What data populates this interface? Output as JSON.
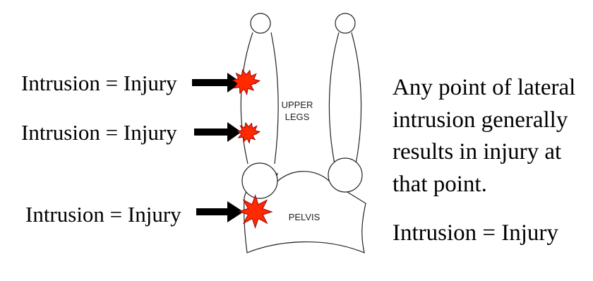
{
  "annotations": [
    {
      "label": "Intrusion = Injury"
    },
    {
      "label": "Intrusion = Injury"
    },
    {
      "label": "Intrusion = Injury"
    }
  ],
  "anatomy": {
    "upper_legs_label_line1": "UPPER",
    "upper_legs_label_line2": "LEGS",
    "pelvis_label": "PELVIS"
  },
  "description": "Any point of lateral intrusion generally results in injury at that point.",
  "summary": "Intrusion = Injury",
  "colors": {
    "injury_burst": "#ff2a00",
    "arrow": "#000000",
    "outline": "#222222",
    "background": "#ffffff"
  },
  "icons": [
    "injury-burst-icon",
    "arrow-right-icon"
  ]
}
